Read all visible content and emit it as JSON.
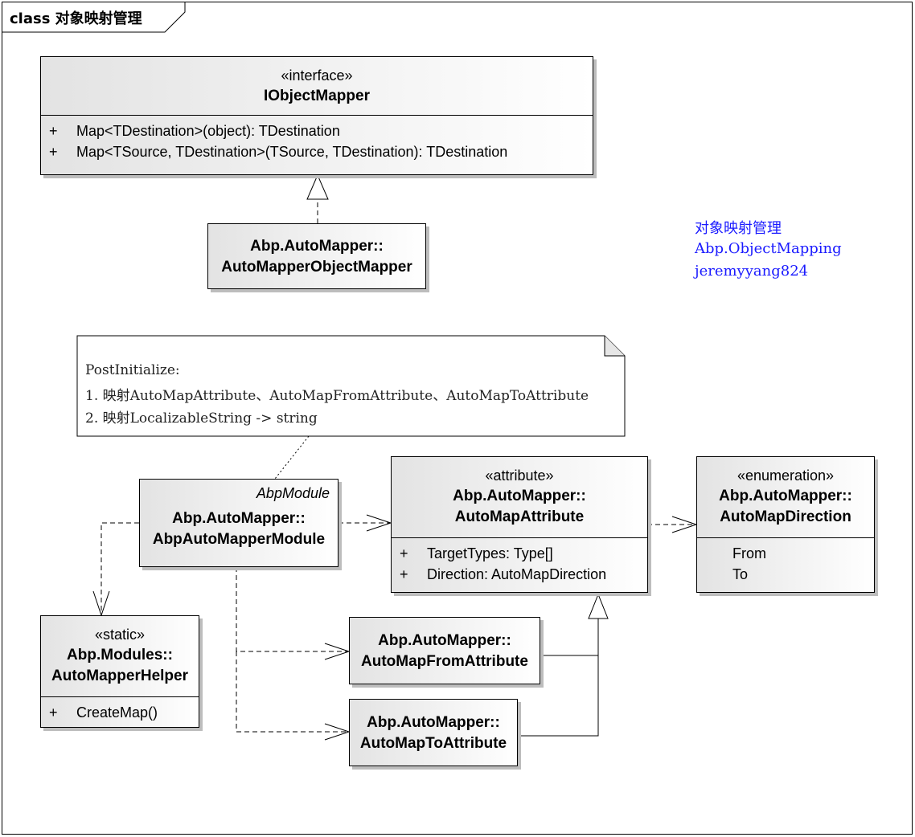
{
  "diagram": {
    "frame_title": "class 对象映射管理",
    "interface_box": {
      "stereotype": "«interface»",
      "name": "IObjectMapper",
      "ops": [
        {
          "vis": "+",
          "text": "Map<TDestination>(object): TDestination"
        },
        {
          "vis": "+",
          "text": "Map<TSource, TDestination>(TSource, TDestination): TDestination"
        }
      ]
    },
    "mapper_box": {
      "name_line1": "Abp.AutoMapper::",
      "name_line2": "AutoMapperObjectMapper"
    },
    "info": {
      "line1": "对象映射管理",
      "line2": "Abp.ObjectMapping",
      "line3": "jeremyyang824"
    },
    "note": {
      "line1": "PostInitialize:",
      "line2": "1. 映射AutoMapAttribute、AutoMapFromAttribute、AutoMapToAttribute",
      "line3": "2. 映射LocalizableString -> string"
    },
    "module_box": {
      "stereotype": "AbpModule",
      "name_line1": "Abp.AutoMapper::",
      "name_line2": "AbpAutoMapperModule"
    },
    "attribute_box": {
      "stereotype": "«attribute»",
      "name_line1": "Abp.AutoMapper::",
      "name_line2": "AutoMapAttribute",
      "attrs": [
        {
          "vis": "+",
          "text": "TargetTypes: Type[]"
        },
        {
          "vis": "+",
          "text": "Direction: AutoMapDirection"
        }
      ]
    },
    "enum_box": {
      "stereotype": "«enumeration»",
      "name_line1": "Abp.AutoMapper::",
      "name_line2": "AutoMapDirection",
      "literals": [
        "From",
        "To"
      ]
    },
    "helper_box": {
      "stereotype": "«static»",
      "name_line1": "Abp.Modules::",
      "name_line2": "AutoMapperHelper",
      "ops": [
        {
          "vis": "+",
          "text": "CreateMap()"
        }
      ]
    },
    "from_box": {
      "name_line1": "Abp.AutoMapper::",
      "name_line2": "AutoMapFromAttribute"
    },
    "to_box": {
      "name_line1": "Abp.AutoMapper::",
      "name_line2": "AutoMapToAttribute"
    }
  }
}
